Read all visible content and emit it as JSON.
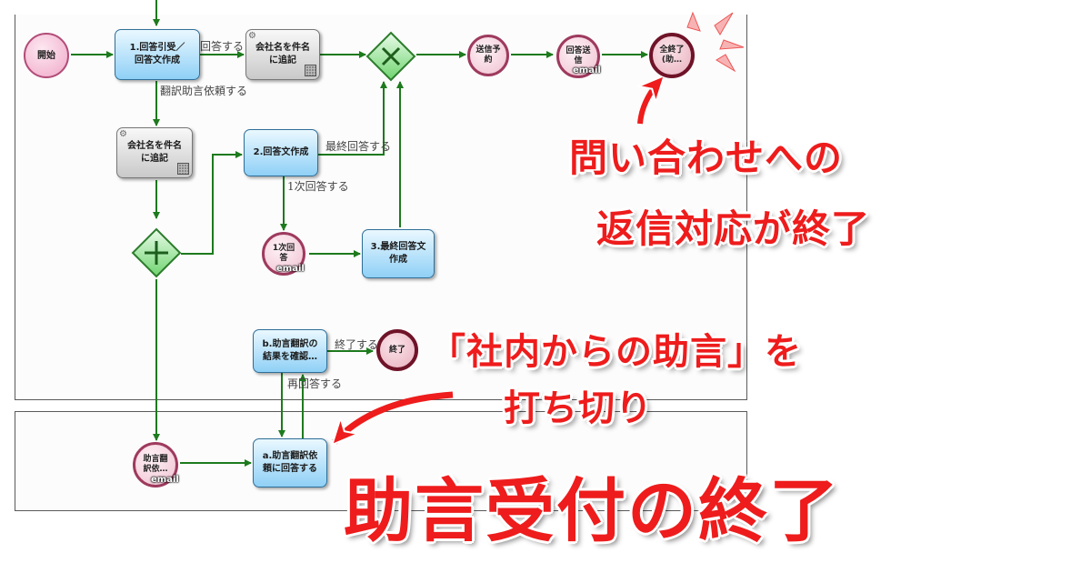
{
  "diagram": {
    "nodes": {
      "start": "開始",
      "task1": "1.回答引受／\n回答文作成",
      "svc_top": "会社名を件名\nに追記",
      "svc_left": "会社名を件名\nに追記",
      "task2": "2.回答文作成",
      "task3": "3.最終回答文\n作成",
      "first_answer": "1次回\n答",
      "send_plan": "送信予\n約",
      "answer_send": "回答送\n信",
      "all_end": "全終了\n(助…",
      "task_b": "b.助言翻訳の\n結果を確認…",
      "end_small": "終了",
      "task_a": "a.助言翻訳依\n頼に回答する",
      "advice_req": "助言翻\n訳依…",
      "email": "email"
    },
    "edges": {
      "answer": "回答する",
      "translate_req": "翻訳助言依頼する",
      "final_answer": "最終回答する",
      "first_answer": "1次回答する",
      "finish": "終了する",
      "re_answer": "再回答する"
    }
  },
  "callouts": {
    "reply_done_line1": "問い合わせへの",
    "reply_done_line2": "返信対応が終了",
    "cutoff_line1": "「社内からの助言」を",
    "cutoff_line2": "打ち切り",
    "advice_end": "助言受付の終了"
  },
  "colors": {
    "callout_red": "#ee1c1c",
    "flow_green": "#1d7a1d",
    "task_blue": "#8fd0f6",
    "gateway_green": "#6fd46f"
  }
}
